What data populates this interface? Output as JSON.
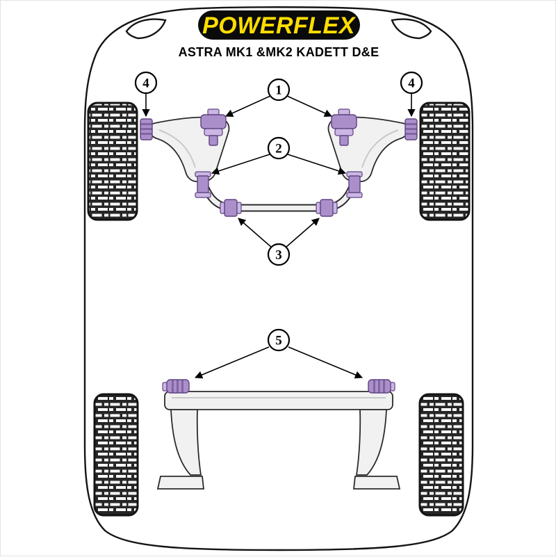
{
  "header": {
    "brand": "POWERFLEX",
    "subtitle": "ASTRA MK1 &MK2 KADETT D&E"
  },
  "callouts": [
    {
      "label": "1"
    },
    {
      "label": "2"
    },
    {
      "label": "3"
    },
    {
      "label": "4"
    },
    {
      "label": "4"
    },
    {
      "label": "5"
    }
  ],
  "colors": {
    "brand_yellow": "#FFDD00",
    "banner_black": "#0a0a0a",
    "bushing_purple": "#ab8fcb",
    "bushing_purple_dark": "#5e4380",
    "bushing_purple_light": "#cbb6e4",
    "metal_gray": "#f1f1f1",
    "tire_black": "#262626"
  }
}
